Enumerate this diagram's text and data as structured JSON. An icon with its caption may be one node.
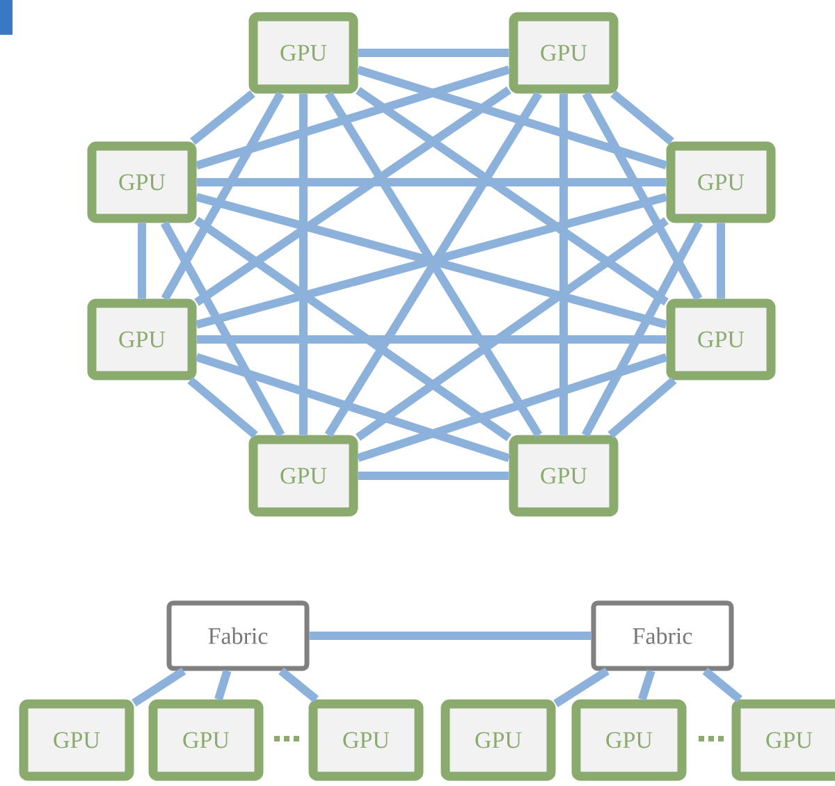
{
  "diagram": {
    "nodes": [
      {
        "text": [
          "GPU"
        ]
      },
      {
        "text": [
          "GPU"
        ]
      },
      {
        "text": [
          "GPU"
        ]
      },
      {
        "text": [
          "GPU"
        ]
      },
      {
        "text": [
          "GPU"
        ]
      },
      {
        "text": [
          "GPU"
        ]
      },
      {
        "text": [
          "GPU"
        ]
      },
      {
        "text": [
          "GPU"
        ]
      },
      {
        "text": [
          "Fabric"
        ]
      },
      {
        "text": [
          "Fabric"
        ]
      },
      {
        "text": [
          "GPU"
        ]
      },
      {
        "text": [
          "GPU"
        ]
      },
      {
        "text": [
          "GPU"
        ]
      },
      {
        "text": [
          "GPU"
        ]
      },
      {
        "text": [
          "GPU"
        ]
      },
      {
        "text": [
          "GPU"
        ]
      }
    ],
    "edges": [
      {
        "from": 0,
        "to": 1,
        "arrow": "none"
      },
      {
        "from": 0,
        "to": 2,
        "arrow": "none"
      },
      {
        "from": 0,
        "to": 3,
        "arrow": "none"
      },
      {
        "from": 0,
        "to": 4,
        "arrow": "none"
      },
      {
        "from": 0,
        "to": 5,
        "arrow": "none"
      },
      {
        "from": 0,
        "to": 6,
        "arrow": "none"
      },
      {
        "from": 0,
        "to": 7,
        "arrow": "none"
      },
      {
        "from": 1,
        "to": 2,
        "arrow": "none"
      },
      {
        "from": 1,
        "to": 3,
        "arrow": "none"
      },
      {
        "from": 1,
        "to": 4,
        "arrow": "none"
      },
      {
        "from": 1,
        "to": 5,
        "arrow": "none"
      },
      {
        "from": 1,
        "to": 6,
        "arrow": "none"
      },
      {
        "from": 1,
        "to": 7,
        "arrow": "none"
      },
      {
        "from": 2,
        "to": 3,
        "arrow": "none"
      },
      {
        "from": 2,
        "to": 4,
        "arrow": "none"
      },
      {
        "from": 2,
        "to": 5,
        "arrow": "none"
      },
      {
        "from": 2,
        "to": 6,
        "arrow": "none"
      },
      {
        "from": 2,
        "to": 7,
        "arrow": "none"
      },
      {
        "from": 3,
        "to": 4,
        "arrow": "none"
      },
      {
        "from": 3,
        "to": 5,
        "arrow": "none"
      },
      {
        "from": 3,
        "to": 6,
        "arrow": "none"
      },
      {
        "from": 3,
        "to": 7,
        "arrow": "none"
      },
      {
        "from": 4,
        "to": 5,
        "arrow": "none"
      },
      {
        "from": 4,
        "to": 6,
        "arrow": "none"
      },
      {
        "from": 4,
        "to": 7,
        "arrow": "none"
      },
      {
        "from": 5,
        "to": 6,
        "arrow": "none"
      },
      {
        "from": 5,
        "to": 7,
        "arrow": "none"
      },
      {
        "from": 6,
        "to": 7,
        "arrow": "none"
      },
      {
        "from": 8,
        "to": 9,
        "arrow": "none"
      },
      {
        "from": 8,
        "to": 10,
        "arrow": "none"
      },
      {
        "from": 8,
        "to": 11,
        "arrow": "none"
      },
      {
        "from": 8,
        "to": 12,
        "arrow": "none"
      },
      {
        "from": 9,
        "to": 13,
        "arrow": "none"
      },
      {
        "from": 9,
        "to": 14,
        "arrow": "none"
      },
      {
        "from": 9,
        "to": 15,
        "arrow": "none"
      }
    ]
  }
}
